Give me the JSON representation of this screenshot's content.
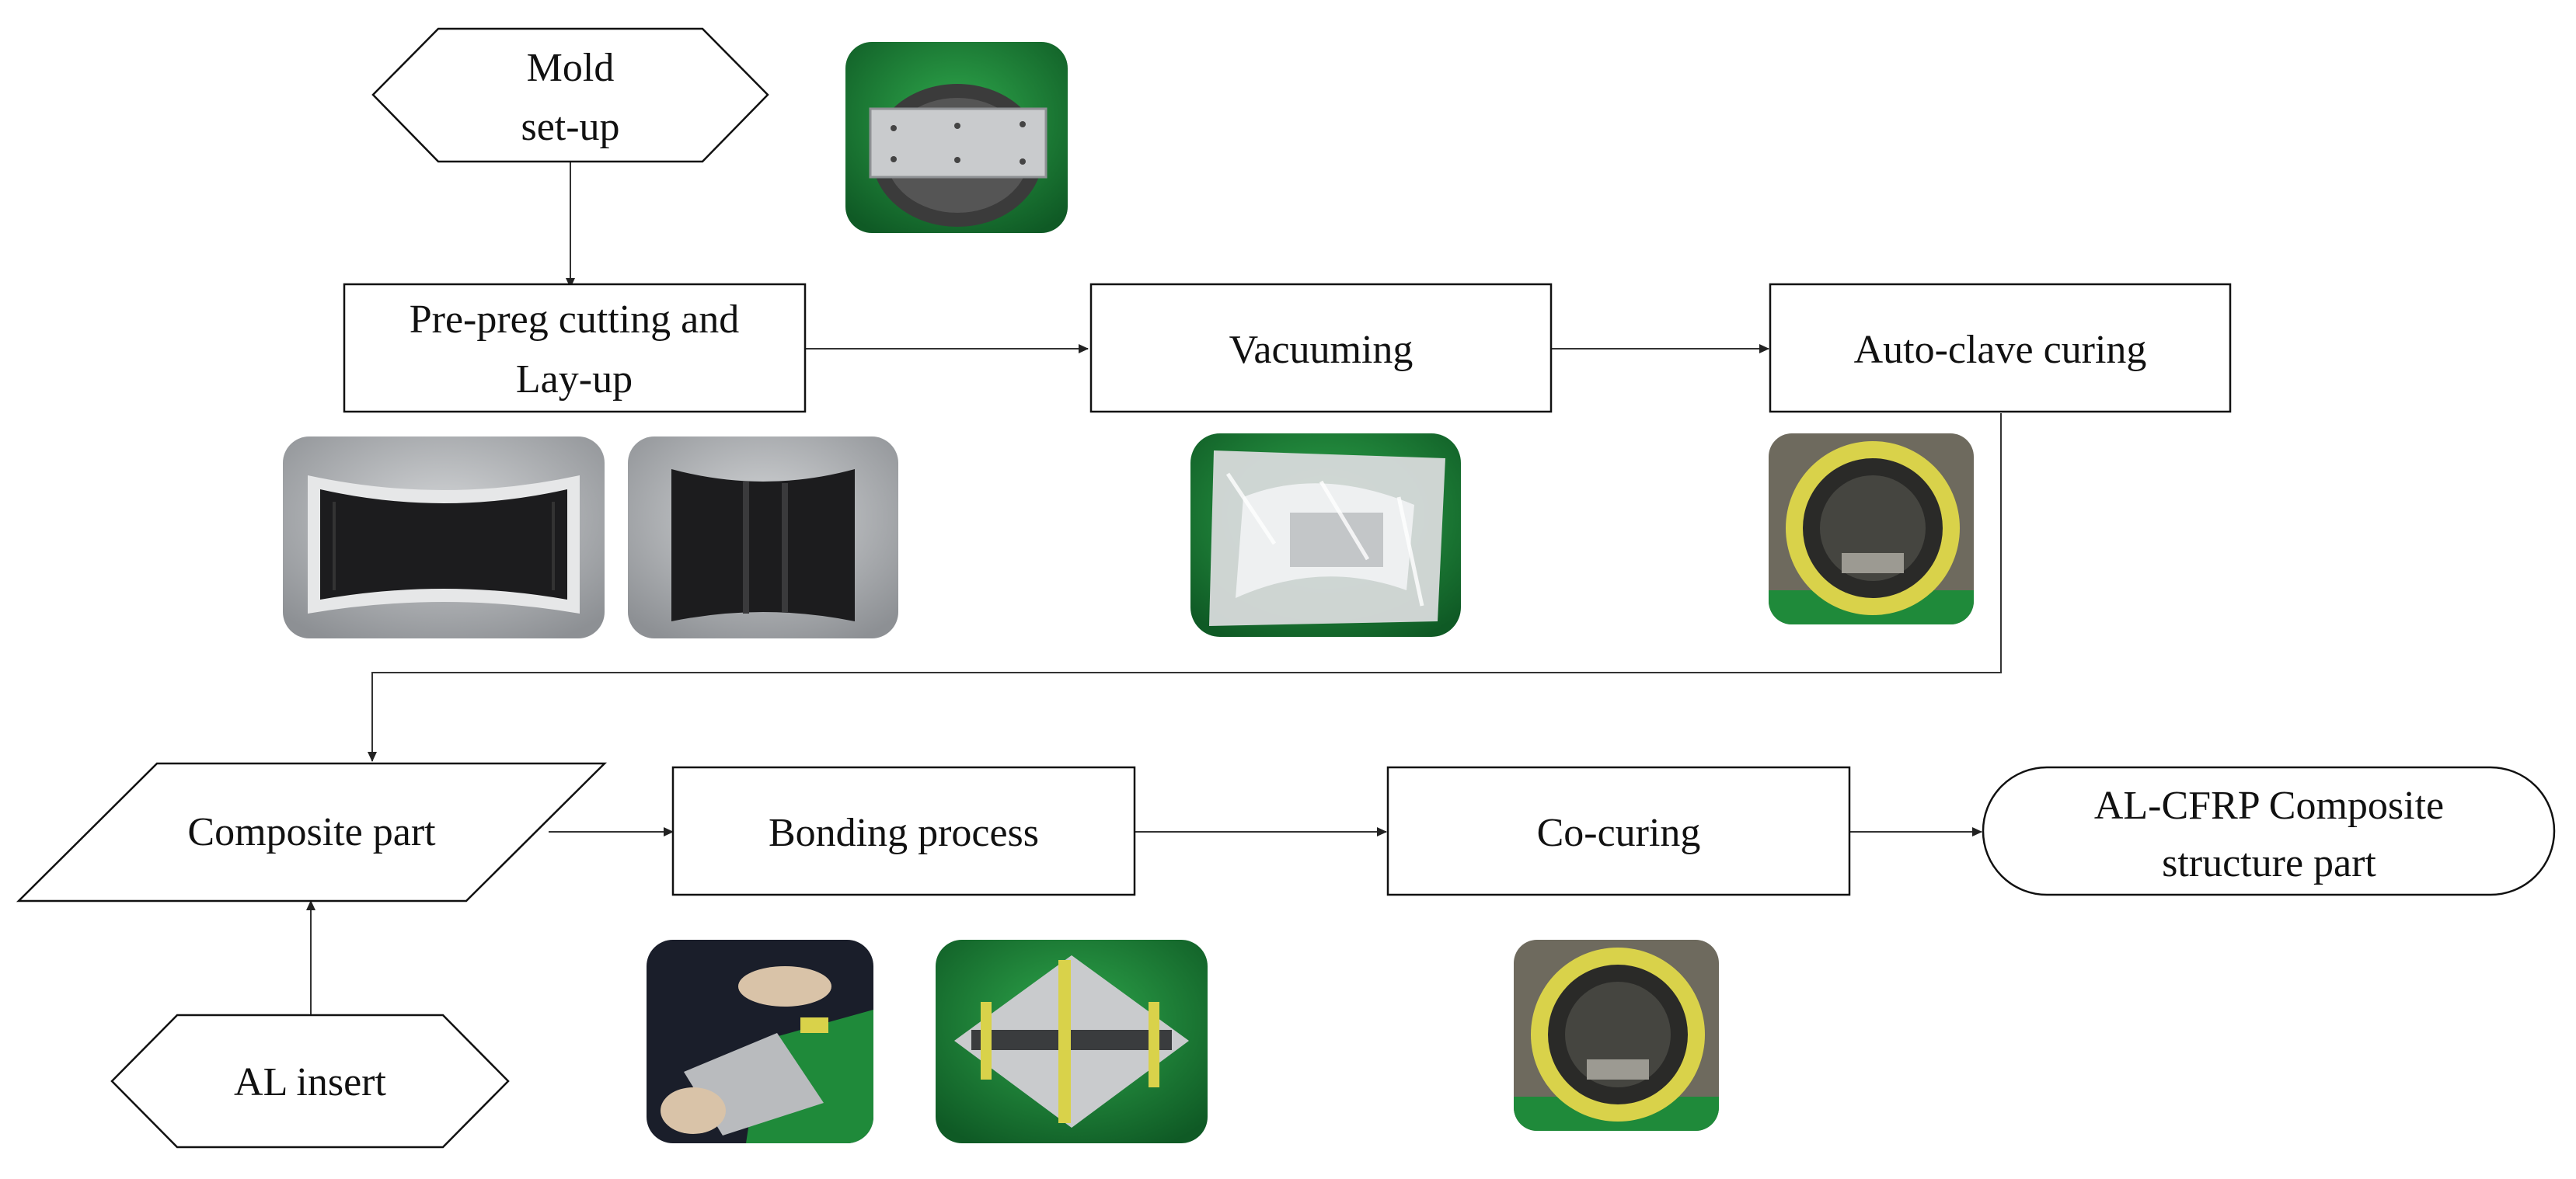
{
  "nodes": {
    "mold_setup": {
      "line1": "Mold",
      "line2": "set-up"
    },
    "prepreg": {
      "line1": "Pre-preg cutting and",
      "line2": "Lay-up"
    },
    "vacuuming": {
      "label": "Vacuuming"
    },
    "autoclave": {
      "label": "Auto-clave curing"
    },
    "composite_part": {
      "label": "Composite part"
    },
    "bonding": {
      "label": "Bonding process"
    },
    "cocuring": {
      "label": "Co-curing"
    },
    "final": {
      "line1": "AL-CFRP Composite",
      "line2": "structure part"
    },
    "al_insert": {
      "label": "AL insert"
    }
  },
  "photos": {
    "mold": {
      "subject": "aluminum plate on green mold base"
    },
    "layup_1": {
      "subject": "carbon pre-preg laid on curved aluminum mold"
    },
    "layup_2": {
      "subject": "carbon pre-preg sheet on aluminum tool"
    },
    "vacuum_bag": {
      "subject": "part sealed in vacuum bag"
    },
    "autoclave_1": {
      "subject": "autoclave chamber with yellow door ring"
    },
    "bonding_1": {
      "subject": "hands applying adhesive to insert"
    },
    "bonding_2": {
      "subject": "aluminum insert fixed with yellow tape on green board"
    },
    "autoclave_2": {
      "subject": "autoclave chamber with yellow door ring"
    }
  },
  "colors": {
    "stroke": "#111111",
    "green": "#1f8a3a",
    "carbon": "#1c1c1e",
    "aluminum": "#b9bbbe",
    "yellow": "#d9d24a"
  }
}
